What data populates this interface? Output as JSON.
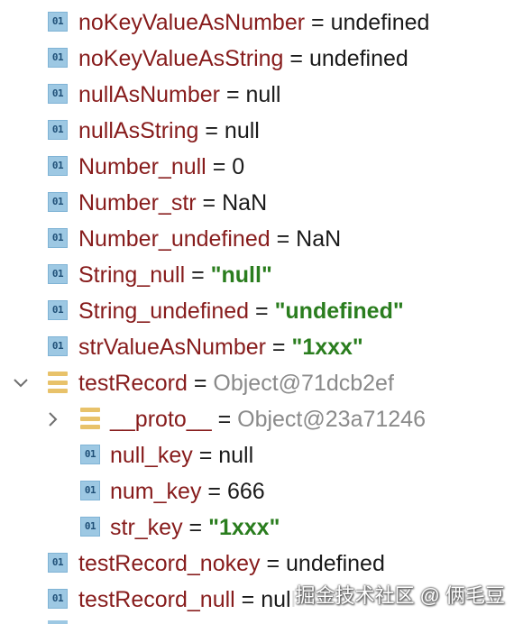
{
  "variables": [
    {
      "depth": 0,
      "icon": "primitive",
      "icon_label": "01",
      "name": "noKeyValueAsNumber",
      "eq": "=",
      "value": "undefined",
      "value_type": "plain"
    },
    {
      "depth": 0,
      "icon": "primitive",
      "icon_label": "01",
      "name": "noKeyValueAsString",
      "eq": "=",
      "value": "undefined",
      "value_type": "plain"
    },
    {
      "depth": 0,
      "icon": "primitive",
      "icon_label": "01",
      "name": "nullAsNumber",
      "eq": "=",
      "value": "null",
      "value_type": "plain"
    },
    {
      "depth": 0,
      "icon": "primitive",
      "icon_label": "01",
      "name": "nullAsString",
      "eq": "=",
      "value": "null",
      "value_type": "plain"
    },
    {
      "depth": 0,
      "icon": "primitive",
      "icon_label": "01",
      "name": "Number_null",
      "eq": "=",
      "value": "0",
      "value_type": "plain"
    },
    {
      "depth": 0,
      "icon": "primitive",
      "icon_label": "01",
      "name": "Number_str",
      "eq": "=",
      "value": "NaN",
      "value_type": "plain"
    },
    {
      "depth": 0,
      "icon": "primitive",
      "icon_label": "01",
      "name": "Number_undefined",
      "eq": "=",
      "value": "NaN",
      "value_type": "plain"
    },
    {
      "depth": 0,
      "icon": "primitive",
      "icon_label": "01",
      "name": "String_null",
      "eq": "=",
      "value": "\"null\"",
      "value_type": "string"
    },
    {
      "depth": 0,
      "icon": "primitive",
      "icon_label": "01",
      "name": "String_undefined",
      "eq": "=",
      "value": "\"undefined\"",
      "value_type": "string"
    },
    {
      "depth": 0,
      "icon": "primitive",
      "icon_label": "01",
      "name": "strValueAsNumber",
      "eq": "=",
      "value": "\"1xxx\"",
      "value_type": "string"
    },
    {
      "depth": 0,
      "icon": "object",
      "name": "testRecord",
      "eq": "=",
      "value": "Object@71dcb2ef",
      "value_type": "object",
      "chevron": "expanded"
    },
    {
      "depth": 1,
      "icon": "object",
      "name": "__proto__",
      "eq": "=",
      "value": "Object@23a71246",
      "value_type": "object",
      "chevron": "collapsed"
    },
    {
      "depth": 1,
      "icon": "primitive",
      "icon_label": "01",
      "name": "null_key",
      "eq": "=",
      "value": "null",
      "value_type": "plain"
    },
    {
      "depth": 1,
      "icon": "primitive",
      "icon_label": "01",
      "name": "num_key",
      "eq": "=",
      "value": "666",
      "value_type": "plain"
    },
    {
      "depth": 1,
      "icon": "primitive",
      "icon_label": "01",
      "name": "str_key",
      "eq": "=",
      "value": "\"1xxx\"",
      "value_type": "string"
    },
    {
      "depth": 0,
      "icon": "primitive",
      "icon_label": "01",
      "name": "testRecord_nokey",
      "eq": "=",
      "value": "undefined",
      "value_type": "plain"
    },
    {
      "depth": 0,
      "icon": "primitive",
      "icon_label": "01",
      "name": "testRecord_null",
      "eq": "=",
      "value": "null",
      "value_type": "plain"
    }
  ],
  "colors": {
    "name": "#871c1c",
    "string_value": "#2a7d1e",
    "object_value": "#8a8a8a",
    "plain_value": "#1a1a1a",
    "primitive_icon": "#9dc8e3",
    "object_icon": "#e8c26a"
  },
  "watermark": "掘金技术社区 @ 俩毛豆"
}
